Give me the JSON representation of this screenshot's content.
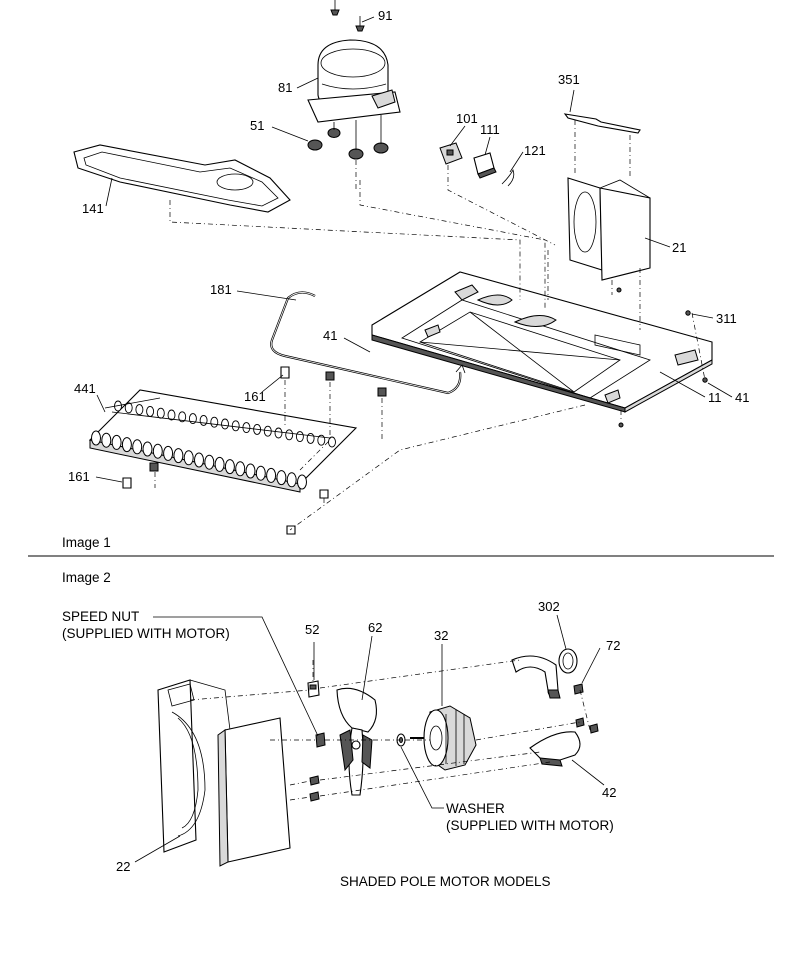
{
  "image1": {
    "caption": "Image 1",
    "callouts": [
      "91",
      "81",
      "51",
      "101",
      "111",
      "121",
      "351",
      "141",
      "21",
      "181",
      "41",
      "311",
      "161",
      "441",
      "11",
      "41",
      "161"
    ]
  },
  "image2": {
    "caption": "Image 2",
    "speed_nut_line1": "SPEED NUT",
    "speed_nut_line2": "(SUPPLIED WITH MOTOR)",
    "washer_line1": "WASHER",
    "washer_line2": "(SUPPLIED WITH MOTOR)",
    "callouts": [
      "52",
      "62",
      "32",
      "302",
      "72",
      "42",
      "22"
    ],
    "footer": "SHADED POLE MOTOR MODELS"
  }
}
